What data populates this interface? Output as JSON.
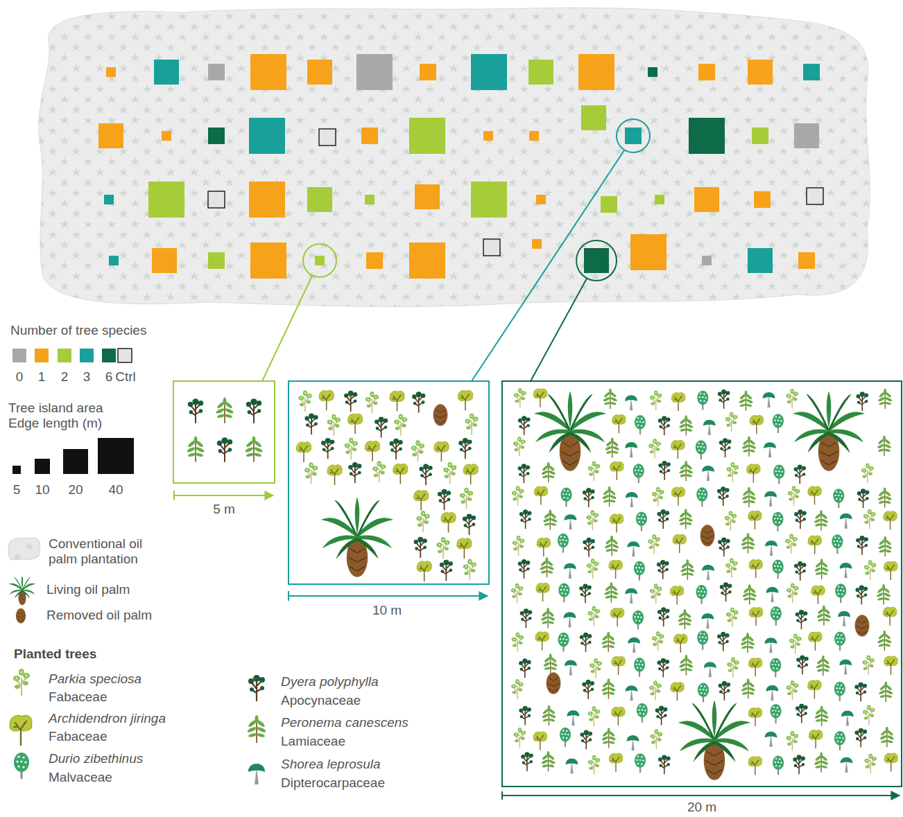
{
  "diagram": {
    "labels": [
      "Number of tree species",
      "Tree island area Edge length (m)",
      "5 m",
      "10 m",
      "20 m",
      "Planted trees",
      "Fabaceae",
      "Fabaceae",
      "Malvaceae",
      "Apocynaceae",
      "Lamiaceae",
      "Dipterocarpaceae"
    ],
    "legend": [
      {
        "text": "0",
        "color": "#a8a8a8"
      },
      {
        "text": "1",
        "color": "#f7a21b"
      },
      {
        "text": "2",
        "color": "#a6cc3a"
      },
      {
        "text": "3",
        "color": "#19a09a"
      },
      {
        "text": "6",
        "color": "#0d6b47"
      },
      {
        "text": "Ctrl"
      },
      {
        "text": "5"
      },
      {
        "text": "10"
      },
      {
        "text": "20"
      },
      {
        "text": "40"
      },
      {
        "text": "Conventional oil palm plantation"
      },
      {
        "text": "Living oil palm"
      },
      {
        "text": "Removed oil palm"
      },
      {
        "text": "Parkia speciosa"
      },
      {
        "text": "Archidendron jiringa"
      },
      {
        "text": "Durio zibethinus"
      },
      {
        "text": "Dyera polyphylla"
      },
      {
        "text": "Peronema canescens"
      },
      {
        "text": "Shorea leprosula"
      }
    ]
  }
}
